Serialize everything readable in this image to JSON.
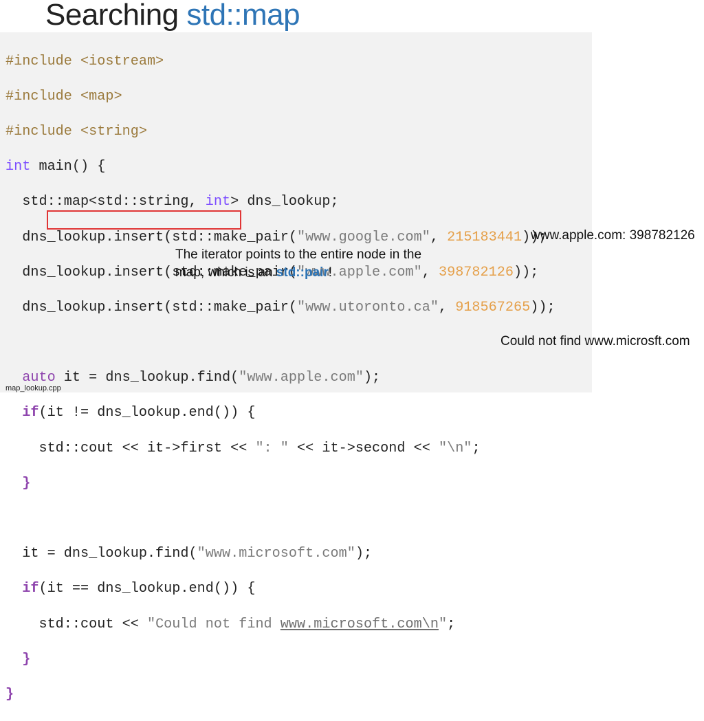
{
  "title": {
    "main": "Searching ",
    "accent": "std::map"
  },
  "code": {
    "l1": "#include <iostream>",
    "l2": "#include <map>",
    "l3": "#include <string>",
    "l4_kw": "int",
    "l4_rest": " main() {",
    "l5_a": "  std::map<std::string, ",
    "l5_kw": "int",
    "l5_b": "> dns_lookup;",
    "l6_a": "  dns_lookup.insert(std::make_pair(",
    "l6_str": "\"www.google.com\"",
    "l6_b": ", ",
    "l6_num": "215183441",
    "l6_c": "));",
    "l7_a": "  dns_lookup.insert(std::make_pair(",
    "l7_str": "\"www.apple.com\"",
    "l7_b": ", ",
    "l7_num": "398782126",
    "l7_c": "));",
    "l8_a": "  dns_lookup.insert(std::make_pair(",
    "l8_str": "\"www.utoronto.ca\"",
    "l8_b": ", ",
    "l8_num": "918567265",
    "l8_c": "));",
    "l10_kw": "  auto",
    "l10_a": " it = dns_lookup.find(",
    "l10_str": "\"www.apple.com\"",
    "l10_b": ");",
    "l11_kw": "  if",
    "l11_a": "(it != dns_lookup.end()) {",
    "l12_a": "    std::cout << it->first << ",
    "l12_str1": "\": \"",
    "l12_b": " << it->second << ",
    "l12_str2": "\"\\n\"",
    "l12_c": ";",
    "l13": "  }",
    "l15_a": "  it = dns_lookup.find(",
    "l15_str": "\"www.microsoft.com\"",
    "l15_b": ");",
    "l16_kw": "  if",
    "l16_a": "(it == dns_lookup.end()) {",
    "l17_a": "    std::cout << ",
    "l17_str1": "\"Could not find ",
    "l17_link": "www.microsoft.com\\n",
    "l17_str2": "\"",
    "l17_b": ";",
    "l18": "  }",
    "l19": "}"
  },
  "note": {
    "text_before": "The iterator points to the entire node in the map, which is an ",
    "highlight": "std::pair",
    "text_after": "!"
  },
  "output1": "www.apple.com: 398782126",
  "output2": "Could not find www.microsft.com",
  "filename": "map_lookup.cpp",
  "colors": {
    "accent": "#2e75b6",
    "highlight_box": "#e03535",
    "panel_bg": "#f2f2f2"
  }
}
